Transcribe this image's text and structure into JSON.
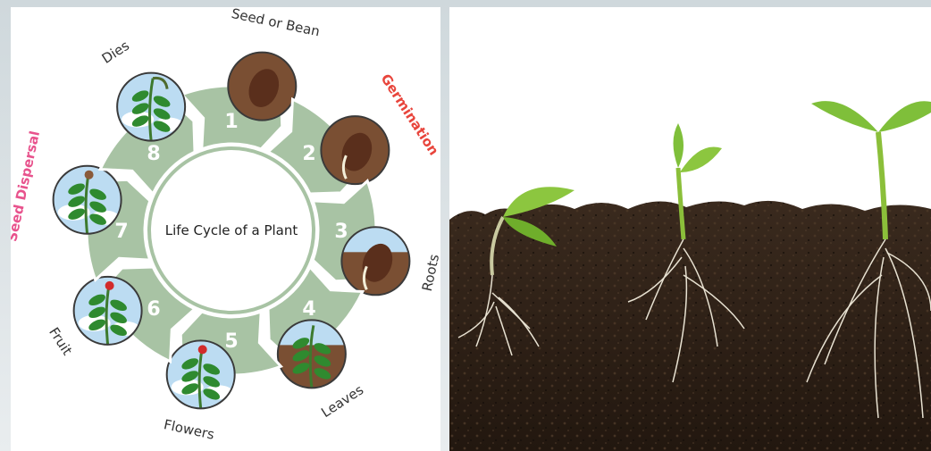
{
  "diagram": {
    "title": "Life Cycle of a Plant",
    "colors": {
      "segment": "#a8c3a4",
      "segment_stroke": "#ffffff",
      "highlight_red": "#e8453c",
      "highlight_pink": "#e8538d",
      "soil": "#7a4f33",
      "sky": "#bcdcf2",
      "leaf": "#2f8a2f"
    },
    "stages": [
      {
        "number": "1",
        "label": "Seed or Bean",
        "icon": "seed-bean-icon"
      },
      {
        "number": "2",
        "label": "Germination",
        "icon": "germinating-seed-icon",
        "highlight": "red"
      },
      {
        "number": "3",
        "label": "Roots",
        "icon": "roots-icon"
      },
      {
        "number": "4",
        "label": "Leaves",
        "icon": "sprout-leaves-icon"
      },
      {
        "number": "5",
        "label": "Flowers",
        "icon": "flowering-plant-icon"
      },
      {
        "number": "6",
        "label": "Fruit",
        "icon": "fruiting-plant-icon"
      },
      {
        "number": "7",
        "label": "Seed Dispersal",
        "icon": "seed-dispersal-icon",
        "highlight": "pink"
      },
      {
        "number": "8",
        "label": "Dies",
        "icon": "wilted-plant-icon"
      }
    ]
  },
  "photo": {
    "icon": "seedlings-in-soil-photo",
    "colors": {
      "soil": "#2b1d14",
      "leaf": "#7fbf3a",
      "root": "#e8e2d2",
      "sky": "#ffffff"
    }
  }
}
